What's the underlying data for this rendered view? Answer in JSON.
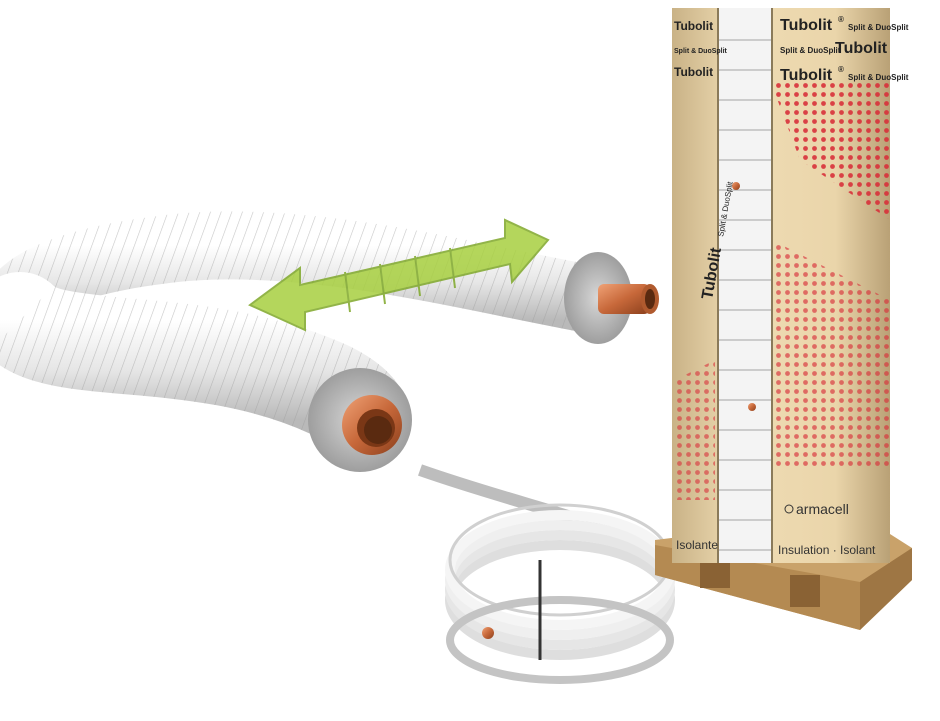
{
  "packaging": {
    "brand": "Tubolit",
    "registered_mark": "®",
    "product_line": "Split & DuoSplit",
    "manufacturer": "armacell",
    "insulation_label": "Insulation · Isolant",
    "isolante_label": "Isolante"
  },
  "colors": {
    "cardboard": "#e7d2a8",
    "halftone_red": "#d8303a",
    "insulation_white": "#f2f2f2",
    "foam_grey": "#bdbdbd",
    "copper": "#c7683a",
    "arrow_green": "#a8d040",
    "pallet_wood": "#c9a26a"
  },
  "icons": [
    "double-arrow-icon",
    "armacell-logo"
  ]
}
